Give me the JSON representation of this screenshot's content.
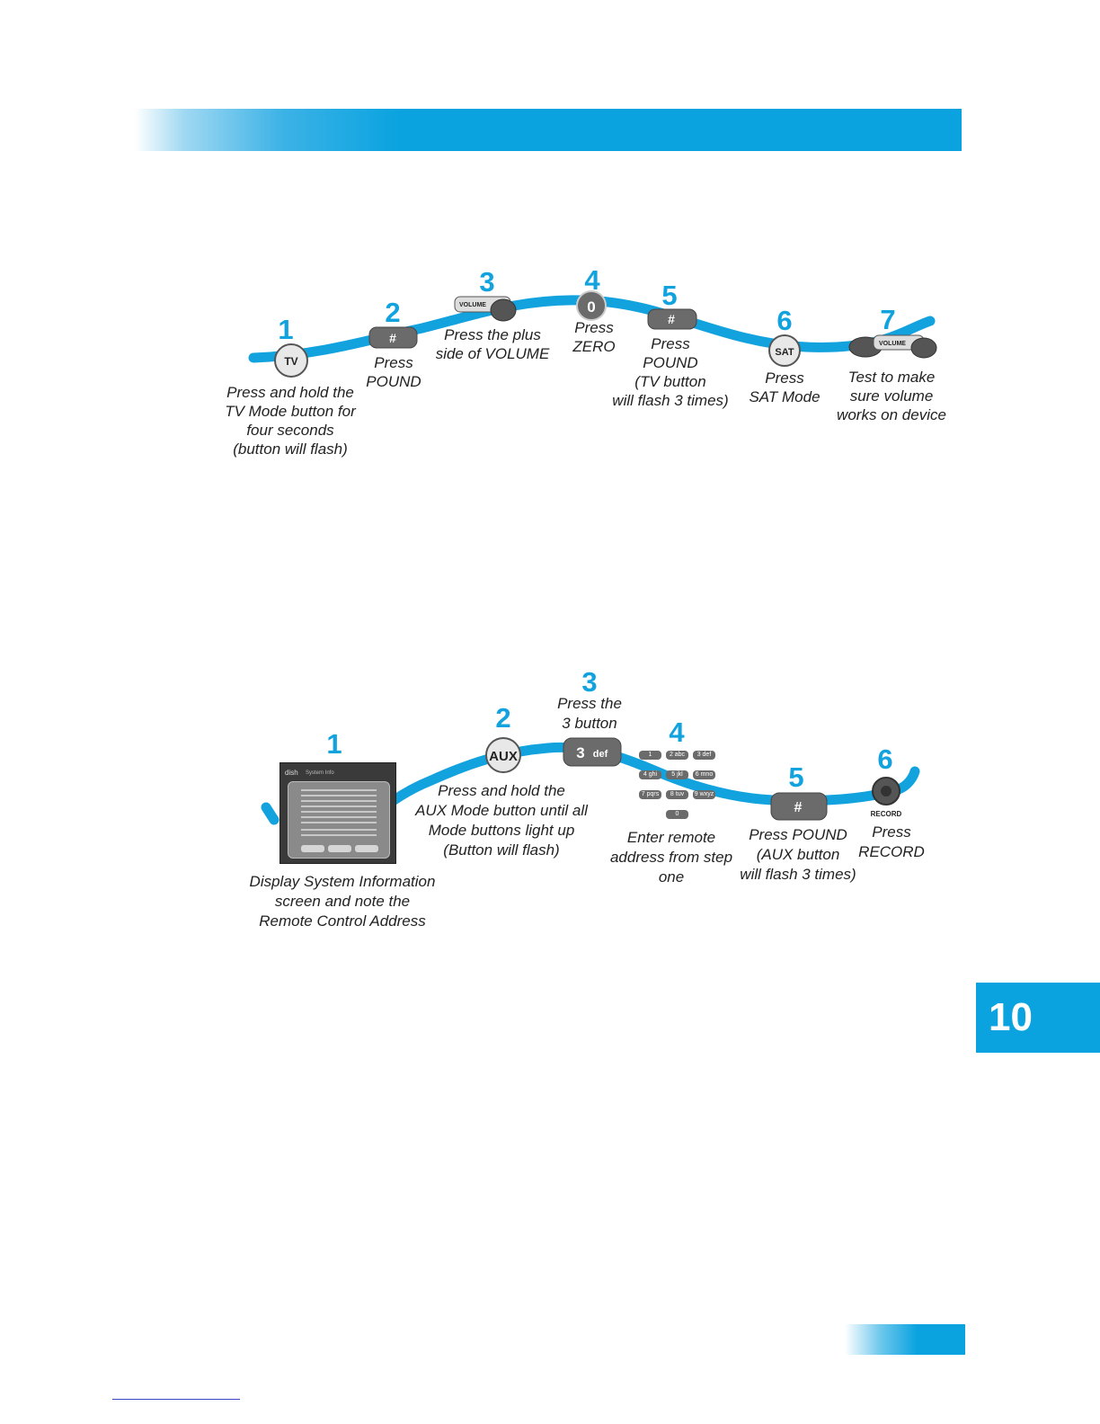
{
  "section1": {
    "steps": [
      {
        "num": "1",
        "caption": "Press and hold the\nTV Mode button for\nfour seconds\n(button will flash)",
        "button": "TV"
      },
      {
        "num": "2",
        "caption": "Press\nPOUND",
        "button": "#"
      },
      {
        "num": "3",
        "caption": "Press the plus\nside of VOLUME",
        "button": "VOLUME"
      },
      {
        "num": "4",
        "caption": "Press\nZERO",
        "button": "0"
      },
      {
        "num": "5",
        "caption": "Press\nPOUND\n(TV button\nwill flash 3 times)",
        "button": "#"
      },
      {
        "num": "6",
        "caption": "Press\nSAT Mode",
        "button": "SAT"
      },
      {
        "num": "7",
        "caption": "Test to make\nsure volume\nworks on device",
        "button": "VOLUME"
      }
    ]
  },
  "section2": {
    "steps": [
      {
        "num": "1",
        "caption": "Display System Information\nscreen and note the\nRemote Control Address"
      },
      {
        "num": "2",
        "caption": "Press and hold the\nAUX Mode button until all\nMode buttons light up\n(Button will flash)",
        "button": "AUX"
      },
      {
        "num": "3",
        "caption": "Press the\n3 button",
        "button": "3 def"
      },
      {
        "num": "4",
        "caption": "Enter remote\naddress from step\none"
      },
      {
        "num": "5",
        "caption": "Press POUND\n(AUX button\nwill flash 3 times)",
        "button": "#"
      },
      {
        "num": "6",
        "caption": "Press\nRECORD",
        "button": "RECORD"
      }
    ],
    "screen": {
      "logo": "dish",
      "title": "System Info"
    },
    "keypad": [
      "1",
      "2 abc",
      "3 def",
      "4 ghi",
      "5 jkl",
      "6 mno",
      "7 pqrs",
      "8 tuv",
      "9 wxyz",
      "0"
    ]
  },
  "chapter_tab": "10",
  "colors": {
    "accent": "#0aa3e0",
    "step_number": "#12a3df",
    "button_gray": "#6b6b6b"
  }
}
